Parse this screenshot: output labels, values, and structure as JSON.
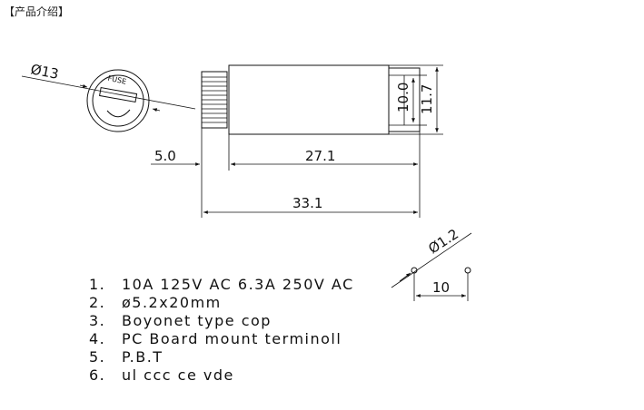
{
  "header": {
    "title": "【产品介绍】"
  },
  "dimensions": {
    "cap_diameter": "Ø13",
    "body_inner_height": "10.0",
    "body_outer_height": "11.7",
    "cap_length": "5.0",
    "body_length": "27.1",
    "total_length": "33.1",
    "pin_diameter": "Ø1.2",
    "pin_spacing": "10"
  },
  "cap_label": "FUSE",
  "notes": [
    {
      "num": "1.",
      "text": "10A 125V AC 6.3A 250V AC"
    },
    {
      "num": "2.",
      "text": "ø5.2x20mm"
    },
    {
      "num": "3.",
      "text": "Boyonet type cop"
    },
    {
      "num": "4.",
      "text": "PC Board mount terminoll"
    },
    {
      "num": "5.",
      "text": "P.B.T"
    },
    {
      "num": "6.",
      "text": "ul ccc ce vde"
    }
  ]
}
